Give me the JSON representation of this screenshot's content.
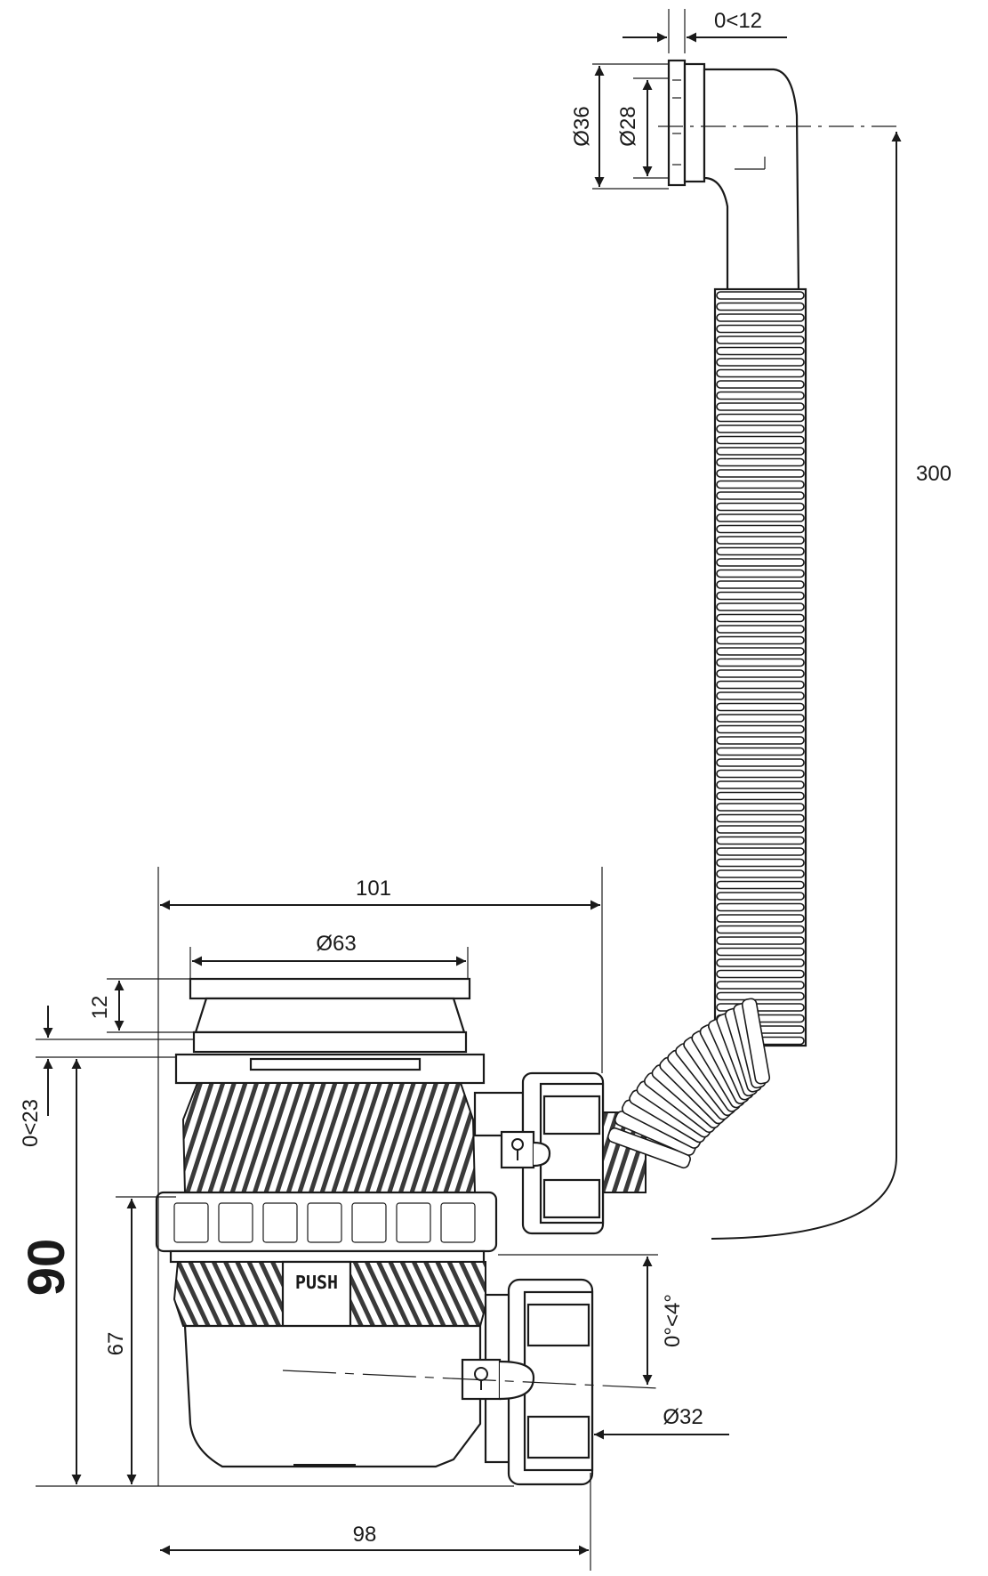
{
  "dimensions": {
    "overflow_offset": "0<12",
    "overflow_outer_diameter": "Ø36",
    "overflow_inner_diameter": "Ø28",
    "hose_length": "300",
    "total_width": "101",
    "flange_diameter": "Ø63",
    "flange_height": "12",
    "adjust_range": "0<23",
    "total_height": "90",
    "lower_height": "67",
    "outlet_angle": "0°<4°",
    "outlet_diameter": "Ø32",
    "base_width": "98"
  },
  "labels": {
    "push": "PUSH"
  },
  "icons": {
    "arrow": "arrowhead-icon",
    "keyhole": "keyhole-icon"
  }
}
